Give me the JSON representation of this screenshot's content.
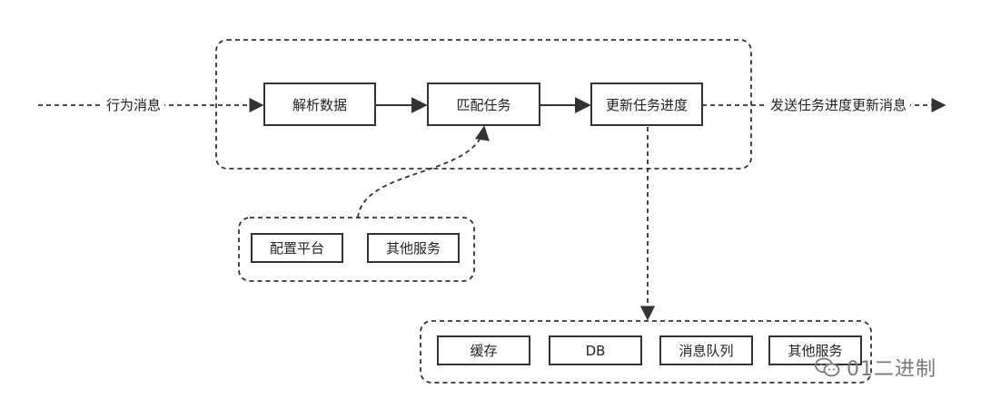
{
  "nodes": {
    "parse": "解析数据",
    "match": "匹配任务",
    "update": "更新任务进度",
    "config": "配置平台",
    "other_top": "其他服务",
    "cache": "缓存",
    "db": "DB",
    "mq": "消息队列",
    "other_bottom": "其他服务"
  },
  "edges": {
    "input": "行为消息",
    "output": "发送任务进度更新消息"
  },
  "watermark": {
    "text": "01二进制",
    "icon": "wechat-icon"
  },
  "colors": {
    "line": "#333333",
    "text": "#222222",
    "watermark": "#7a7a7a"
  }
}
